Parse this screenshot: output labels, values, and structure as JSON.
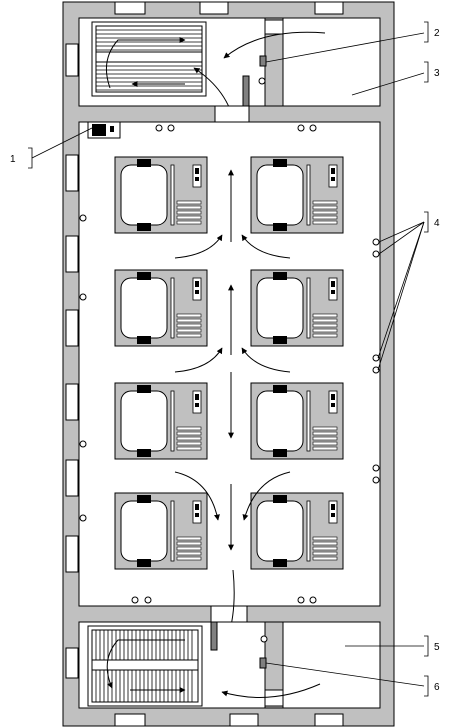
{
  "callouts": [
    {
      "id": "callout-1",
      "text": "1"
    },
    {
      "id": "callout-2",
      "text": "2"
    },
    {
      "id": "callout-3",
      "text": "3"
    },
    {
      "id": "callout-4",
      "text": "4"
    },
    {
      "id": "callout-5",
      "text": "5"
    },
    {
      "id": "callout-6",
      "text": "6"
    }
  ],
  "colors": {
    "wall": "#c0c0c0",
    "floor": "#ffffff",
    "equipment": "#c0c0c0",
    "stroke": "#000000",
    "dark": "#000000",
    "window": "#ffffff"
  },
  "equipment_units": 8,
  "rooms": [
    "upper-stair-hall",
    "upper-side-room",
    "main-hall",
    "lower-stair-hall",
    "lower-side-room"
  ]
}
